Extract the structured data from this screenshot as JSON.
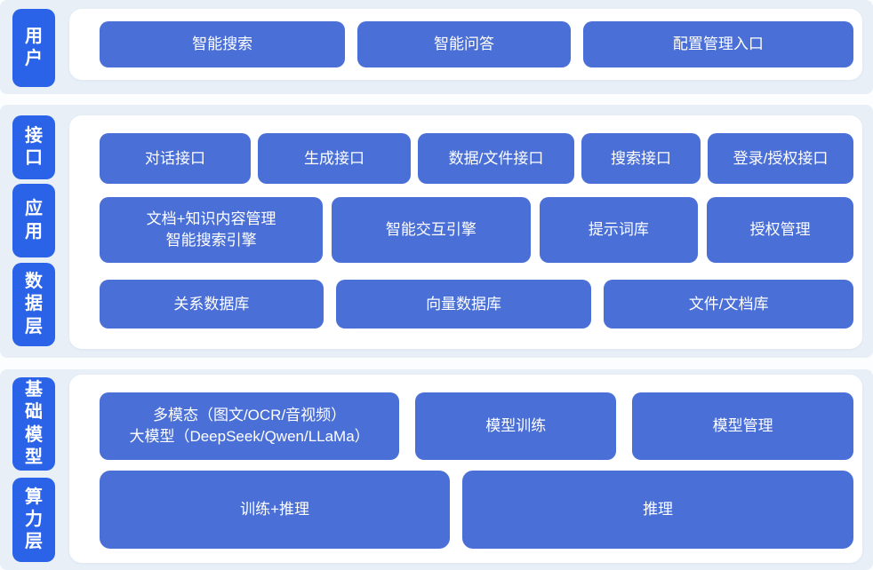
{
  "colors": {
    "page_background": "#fbfdff",
    "group_background": "#e8eff7",
    "panel_background": "#ffffff",
    "label_pill_blue": "#2a63e8",
    "box_blue": "#4a6fd6",
    "text_white": "#ffffff"
  },
  "layers": {
    "user": {
      "label": "用户",
      "buttons": [
        "智能搜索",
        "智能问答",
        "配置管理入口"
      ]
    },
    "interface": {
      "label": "接口",
      "buttons": [
        "对话接口",
        "生成接口",
        "数据/文件接口",
        "搜索接口",
        "登录/授权接口"
      ]
    },
    "application": {
      "label": "应用",
      "buttons": [
        "文档+知识内容管理\n智能搜索引擎",
        "智能交互引擎",
        "提示词库",
        "授权管理"
      ]
    },
    "data": {
      "label": "数据层",
      "buttons": [
        "关系数据库",
        "向量数据库",
        "文件/文档库"
      ]
    },
    "foundation_model": {
      "label": "基础模型",
      "buttons": [
        "多模态（图文/OCR/音视频）\n大模型（DeepSeek/Qwen/LLaMa）",
        "模型训练",
        "模型管理"
      ]
    },
    "compute": {
      "label": "算力层",
      "buttons": [
        "训练+推理",
        "推理"
      ]
    }
  }
}
